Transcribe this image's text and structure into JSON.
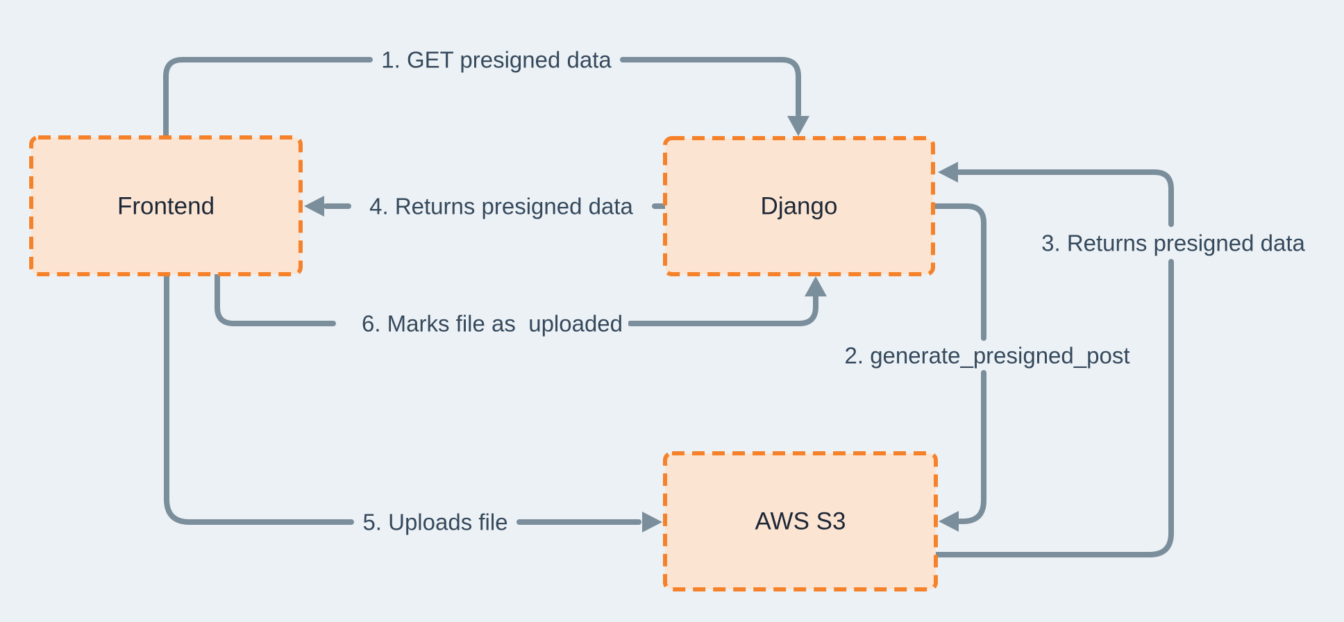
{
  "diagram": {
    "colors": {
      "background": "#ecf1f5",
      "node_fill": "#fce4d2",
      "node_border": "#f5822a",
      "connector": "#7b8e9b",
      "edge_label_text": "#35495c",
      "node_label_text": "#1c2736"
    },
    "nodes": [
      {
        "id": "frontend",
        "label": "Frontend"
      },
      {
        "id": "django",
        "label": "Django"
      },
      {
        "id": "aws-s3",
        "label": "AWS S3"
      }
    ],
    "edges": [
      {
        "id": "1",
        "from": "frontend",
        "to": "django",
        "label": "1. GET presigned data"
      },
      {
        "id": "2",
        "from": "django",
        "to": "aws-s3",
        "label": "2. generate_presigned_post"
      },
      {
        "id": "3",
        "from": "aws-s3",
        "to": "django",
        "label": "3. Returns presigned data"
      },
      {
        "id": "4",
        "from": "django",
        "to": "frontend",
        "label": "4. Returns presigned data"
      },
      {
        "id": "5",
        "from": "frontend",
        "to": "aws-s3",
        "label": "5. Uploads file"
      },
      {
        "id": "6",
        "from": "frontend",
        "to": "django",
        "label": "6. Marks file as  uploaded"
      }
    ]
  }
}
